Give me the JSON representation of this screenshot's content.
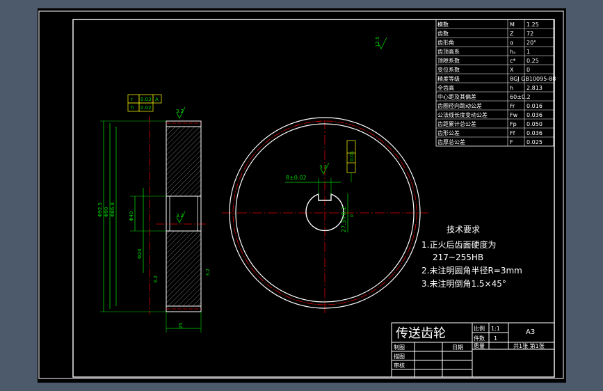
{
  "title_block": {
    "part_name": "传送齿轮",
    "scale_label": "比例",
    "scale_value": "1:1",
    "qty_label": "件数",
    "qty_value": "1",
    "sheet_size": "A3",
    "material_label": "质量",
    "sheet_info": "共1张 第1张",
    "drawn_label": "制图",
    "date_label": "日期",
    "traced_label": "描图",
    "checked_label": "审核"
  },
  "gear_params": [
    {
      "name": "模数",
      "symbol": "M",
      "value": "1.25"
    },
    {
      "name": "齿数",
      "symbol": "Z",
      "value": "72"
    },
    {
      "name": "齿形角",
      "symbol": "α",
      "value": "20°"
    },
    {
      "name": "齿顶高系",
      "symbol": "hₐ",
      "value": "1"
    },
    {
      "name": "顶隙系数",
      "symbol": "c*",
      "value": "0.25"
    },
    {
      "name": "变位系数",
      "symbol": "X",
      "value": "0"
    },
    {
      "name": "精度等级",
      "symbol": "",
      "value": "8GJ GB10095-88"
    },
    {
      "name": "全齿高",
      "symbol": "h",
      "value": "2.813"
    },
    {
      "name": "中心距及其偏差",
      "symbol": "",
      "value": "60±0.2"
    },
    {
      "name": "齿圈径向跳动公差",
      "symbol": "Fr",
      "value": "0.016"
    },
    {
      "name": "公法线长度变动公差",
      "symbol": "Fw",
      "value": "0.036"
    },
    {
      "name": "齿距累计总公差",
      "symbol": "Fp",
      "value": "0.050"
    },
    {
      "name": "齿形公差",
      "symbol": "Ff",
      "value": "0.036"
    },
    {
      "name": "齿厚总公差",
      "symbol": "F",
      "value": "0.025"
    }
  ],
  "tech_requirements": {
    "heading": "技术要求",
    "items": [
      "1.正火后齿面硬度为",
      "217~255HB",
      "2.未注明圆角半径R=3mm",
      "3.未注明倒角1.5×45°"
    ]
  },
  "annotations": {
    "roughness_general": "12.5",
    "roughness_value": "3.2",
    "keyway_width": "8±0.02",
    "keyway_depth": "27.3+0.2",
    "keyway_depth_tol": "0",
    "gear_width": "25",
    "tol_r_value": "0.03",
    "tol_r_datum": "A",
    "tol_h_value": "0.02",
    "tol_sym_value": "0.01",
    "dim_outer": "Φ92.5",
    "dim_pitch": "Φ90",
    "dim_root": "Φ86.8",
    "dim_web": "Φ40",
    "dim_hub": "Φ24"
  },
  "colors": {
    "background": "#000000",
    "frame": "#ffffff",
    "dimension": "#00d400",
    "center_line": "#e00000",
    "tolerance": "#e6e600",
    "hatch": "#7f7f7f",
    "app_chrome": "#4d5a6b"
  }
}
